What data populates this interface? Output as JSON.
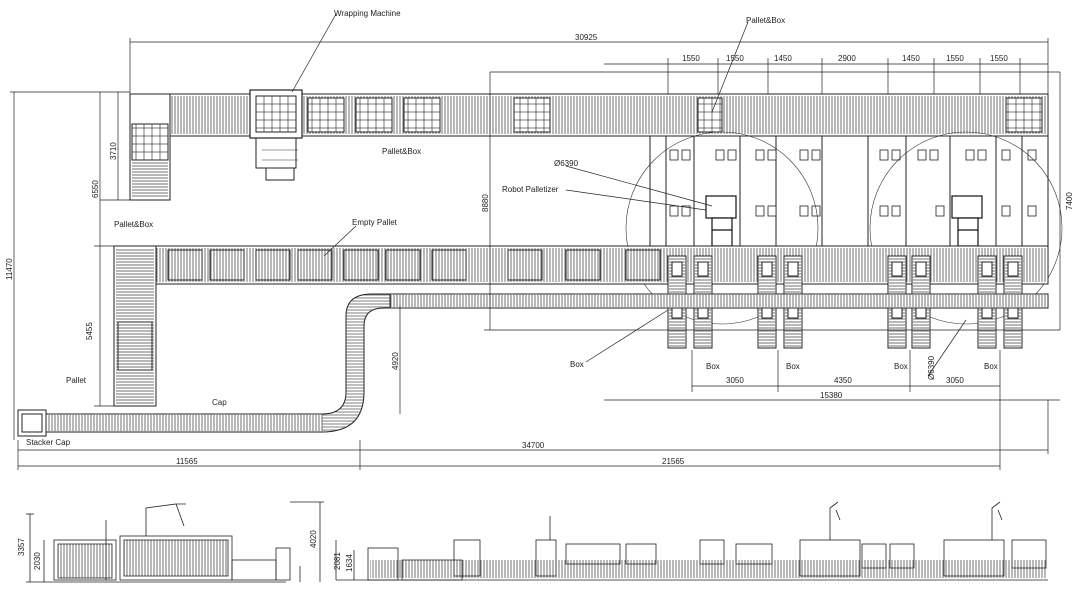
{
  "labels": {
    "wrapping_machine": "Wrapping Machine",
    "pallet_box_top": "Pallet&Box",
    "pallet_box_mid": "Pallet&Box",
    "pallet_box_left": "Pallet&Box",
    "robot_palletizer": "Robot Palletizer",
    "empty_pallet": "Empty Pallet",
    "pallet": "Pallet",
    "cap": "Cap",
    "stacker_cap": "Stacker Cap",
    "box_main": "Box",
    "box_a": "Box",
    "box_b": "Box",
    "box_c": "Box",
    "box_d": "Box",
    "diam_1": "Ø6390",
    "diam_2": "Ø6390"
  },
  "dimensions": {
    "overall_top": "30925",
    "seg_1": "1550",
    "seg_2": "1550",
    "seg_3": "1450",
    "seg_4": "2900",
    "seg_5": "1450",
    "seg_6": "1550",
    "seg_7": "1550",
    "bottom_total": "34700",
    "bottom_left": "11565",
    "bottom_right": "21565",
    "box_span_1": "3050",
    "box_span_2": "4350",
    "box_span_3": "3050",
    "box_total": "15380",
    "height_total": "11470",
    "h_6550": "6550",
    "h_3710": "3710",
    "h_8880": "8880",
    "h_5455": "5455",
    "h_4920": "4920",
    "h_7400": "7400",
    "elev_3357": "3357",
    "elev_2030": "2030",
    "elev_4020": "4020",
    "elev_2081": "2081",
    "elev_1634": "1634"
  }
}
